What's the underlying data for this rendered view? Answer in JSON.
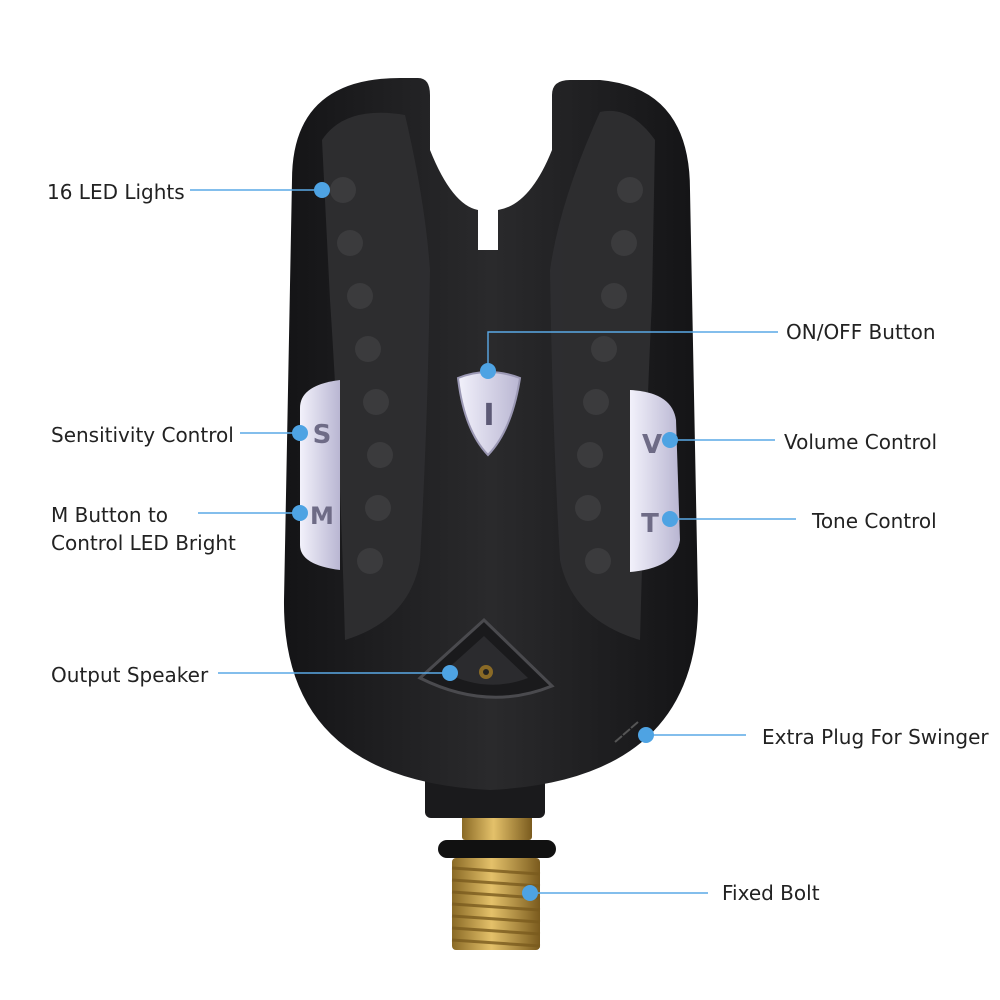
{
  "colors": {
    "background": "#ffffff",
    "device_body": "#1f1f21",
    "device_panel": "#2c2c2e",
    "led_dot": "#3b3b3d",
    "button_face": "#d9d7ea",
    "button_letter": "#6e6b86",
    "brass": "#c9a24a",
    "leader_line": "#5aa9e6",
    "callout_dot": "#4ea3e3",
    "label_text": "#222222"
  },
  "device": {
    "button_letters": {
      "sensitivity": "S",
      "mode": "M",
      "power": "I",
      "volume": "V",
      "tone": "T"
    },
    "led_count": 16
  },
  "callouts": {
    "led_lights": "16 LED Lights",
    "on_off": "ON/OFF Button",
    "sensitivity": "Sensitivity Control",
    "volume": "Volume Control",
    "m_button_line1": "M Button to",
    "m_button_line2": "Control LED Bright",
    "tone": "Tone Control",
    "speaker": "Output Speaker",
    "swinger_plug": "Extra Plug For Swinger",
    "fixed_bolt": "Fixed Bolt"
  }
}
